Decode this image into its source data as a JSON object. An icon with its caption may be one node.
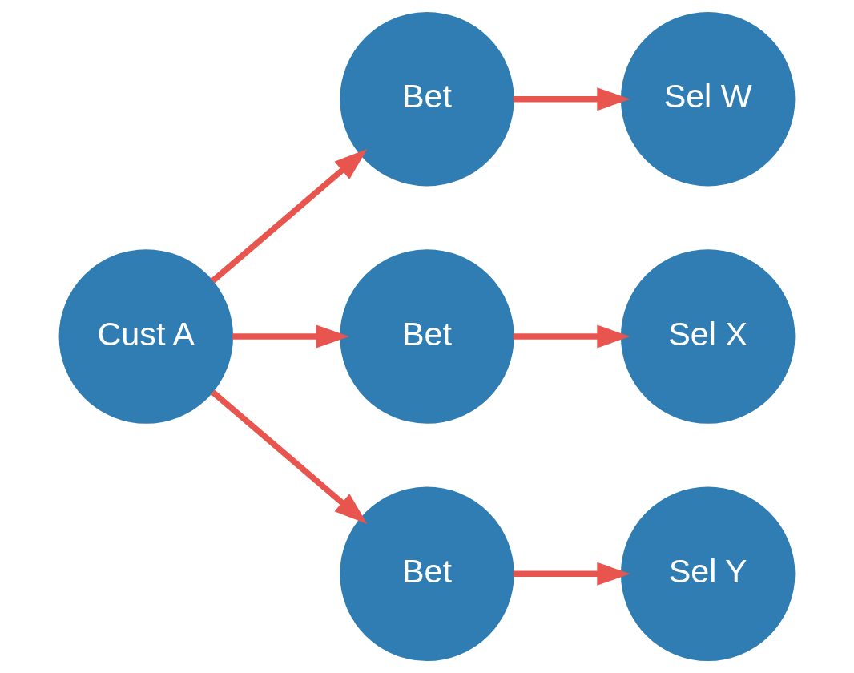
{
  "diagram": {
    "nodes": [
      {
        "text": [
          "Cust A"
        ]
      },
      {
        "text": [
          "Bet"
        ]
      },
      {
        "text": [
          "Sel W"
        ]
      },
      {
        "text": [
          "Bet"
        ]
      },
      {
        "text": [
          "Sel X"
        ]
      },
      {
        "text": [
          "Bet"
        ]
      },
      {
        "text": [
          "Sel Y"
        ]
      }
    ],
    "edges": [
      {
        "from": 0,
        "to": 1,
        "arrow": "to"
      },
      {
        "from": 1,
        "to": 2,
        "arrow": "to"
      },
      {
        "from": 0,
        "to": 3,
        "arrow": "to"
      },
      {
        "from": 3,
        "to": 4,
        "arrow": "to"
      },
      {
        "from": 0,
        "to": 5,
        "arrow": "to"
      },
      {
        "from": 5,
        "to": 6,
        "arrow": "to"
      }
    ]
  }
}
